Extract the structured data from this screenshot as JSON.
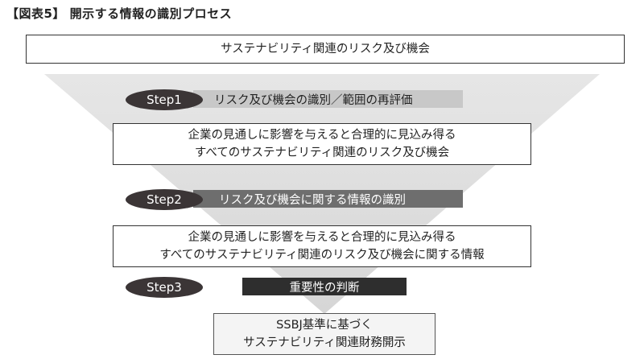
{
  "title": "【図表5】 開示する情報の識別プロセス",
  "top_box": "サステナビリティ関連のリスク及び機会",
  "steps": [
    {
      "label": "Step1",
      "text": "リスク及び機会の識別／範囲の再評価"
    },
    {
      "label": "Step2",
      "text": "リスク及び機会に関する情報の識別"
    },
    {
      "label": "Step3",
      "text": "重要性の判断"
    }
  ],
  "box2": {
    "line1": "企業の見通しに影響を与えると合理的に見込み得る",
    "line2": "すべてのサステナビリティ関連のリスク及び機会"
  },
  "box3": {
    "line1": "企業の見通しに影響を与えると合理的に見込み得る",
    "line2": "すべてのサステナビリティ関連のリスク及び機会に関する情報"
  },
  "final_box": {
    "line1": "SSBJ基準に基づく",
    "line2": "サステナビリティ関連財務開示"
  },
  "colors": {
    "funnel": "#e8e8e8",
    "pill": "#3b3536",
    "step1_bar": "#c8c8c8",
    "step2_bar": "#6e6e6e",
    "step3_bar": "#2e2e2e"
  }
}
